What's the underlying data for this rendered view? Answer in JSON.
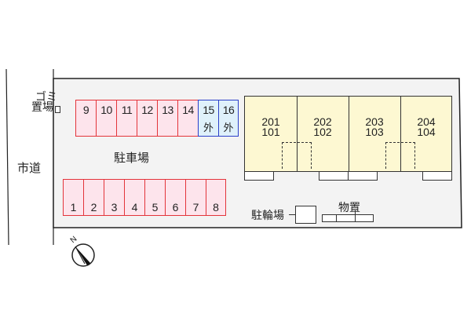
{
  "road": {
    "label": "市道"
  },
  "garbage": {
    "label_line1": "ゴミ",
    "label_line2": "置場"
  },
  "parking": {
    "label": "駐車場",
    "top_row": [
      {
        "num": "9",
        "sub": "",
        "type": "standard"
      },
      {
        "num": "10",
        "sub": "",
        "type": "standard"
      },
      {
        "num": "11",
        "sub": "",
        "type": "standard"
      },
      {
        "num": "12",
        "sub": "",
        "type": "standard"
      },
      {
        "num": "13",
        "sub": "",
        "type": "standard"
      },
      {
        "num": "14",
        "sub": "",
        "type": "standard"
      },
      {
        "num": "15",
        "sub": "外",
        "type": "outside"
      },
      {
        "num": "16",
        "sub": "外",
        "type": "outside"
      }
    ],
    "bottom_row": [
      {
        "num": "1"
      },
      {
        "num": "2"
      },
      {
        "num": "3"
      },
      {
        "num": "4"
      },
      {
        "num": "5"
      },
      {
        "num": "6"
      },
      {
        "num": "7"
      },
      {
        "num": "8"
      }
    ],
    "colors": {
      "standard_fill": "#fde4ec",
      "standard_border": "#e3343a",
      "outside_fill": "#dff1fb",
      "outside_border": "#2b3fc8"
    }
  },
  "building": {
    "fill": "#fdf8d2",
    "units": [
      {
        "upper": "201",
        "lower": "101"
      },
      {
        "upper": "202",
        "lower": "102"
      },
      {
        "upper": "203",
        "lower": "103"
      },
      {
        "upper": "204",
        "lower": "104"
      }
    ]
  },
  "bicycle_parking": {
    "label": "駐輪場"
  },
  "storage": {
    "label": "物置"
  },
  "compass": {
    "label": "N"
  }
}
